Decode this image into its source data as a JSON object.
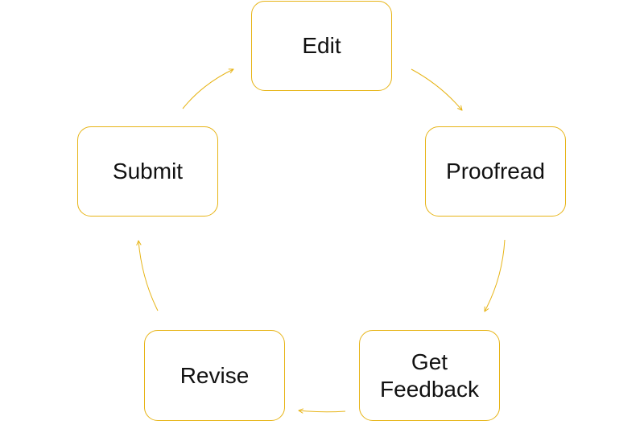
{
  "diagram": {
    "type": "cycle",
    "accent_color": "#e7b416",
    "text_color": "#111111",
    "steps": [
      {
        "label": "Edit"
      },
      {
        "label": "Proofread"
      },
      {
        "label": "Get\nFeedback"
      },
      {
        "label": "Revise"
      },
      {
        "label": "Submit"
      }
    ],
    "connectors": [
      {
        "from": "Edit",
        "to": "Proofread",
        "icon": "curved-arrow-icon"
      },
      {
        "from": "Proofread",
        "to": "Get\nFeedback",
        "icon": "curved-arrow-icon"
      },
      {
        "from": "Get\nFeedback",
        "to": "Revise",
        "icon": "curved-arrow-icon"
      },
      {
        "from": "Revise",
        "to": "Submit",
        "icon": "curved-arrow-icon"
      },
      {
        "from": "Submit",
        "to": "Edit",
        "icon": "curved-arrow-icon"
      }
    ]
  }
}
